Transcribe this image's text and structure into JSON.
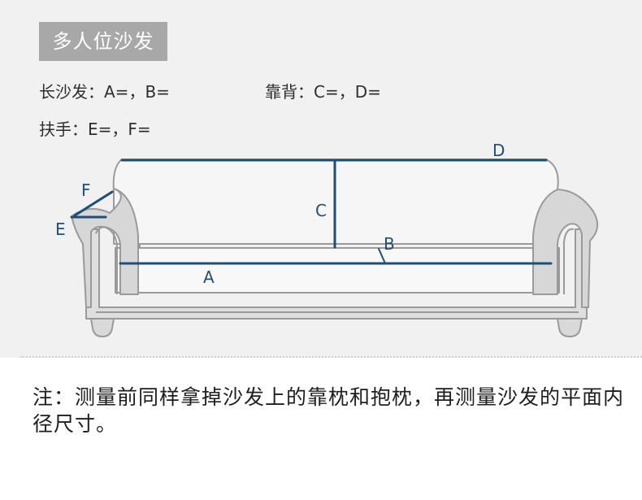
{
  "title": "多人位沙发",
  "specs": {
    "long_sofa": "长沙发：A=，B=",
    "backrest": "靠背：C=，D=",
    "armrest": "扶手：E=，F="
  },
  "labels": {
    "a": "A",
    "b": "B",
    "c": "C",
    "d": "D",
    "e": "E",
    "f": "F"
  },
  "note": "注：测量前同样拿掉沙发上的靠枕和抱枕，再测量沙发的平面内径尺寸。",
  "colors": {
    "measure_line": "#1f4e79",
    "panel_bg": "#f1f1f1",
    "title_bg": "#a8a8a8"
  }
}
